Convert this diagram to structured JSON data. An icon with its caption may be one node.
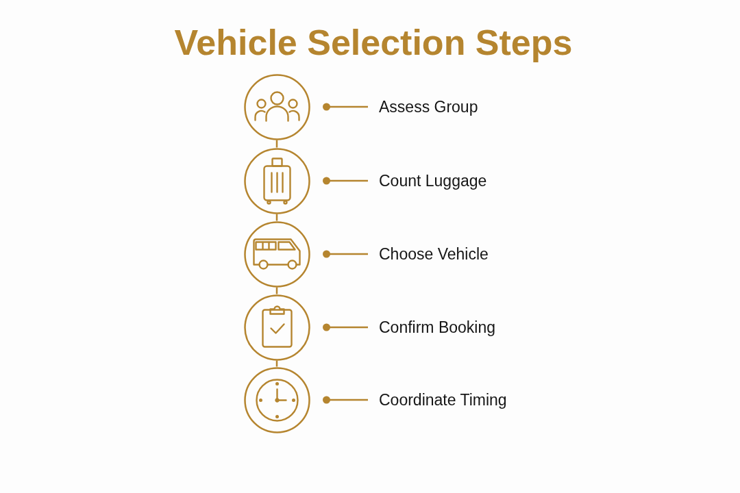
{
  "diagram": {
    "title": "Vehicle Selection Steps",
    "nodes": [
      {
        "text": [],
        "shape": "circle"
      },
      {
        "text": [
          "Assess Group"
        ]
      },
      {
        "text": [],
        "shape": "circle"
      },
      {
        "text": [
          "Count Luggage"
        ]
      },
      {
        "text": [],
        "shape": "circle"
      },
      {
        "text": [
          "Choose Vehicle"
        ]
      },
      {
        "text": [],
        "shape": "circle"
      },
      {
        "text": [
          "Confirm Booking"
        ]
      },
      {
        "text": [],
        "shape": "circle"
      },
      {
        "text": [
          "Coordinate Timing"
        ]
      }
    ],
    "edges": [
      {
        "from": 0,
        "to": 1,
        "arrow": "other"
      },
      {
        "from": 0,
        "to": 2,
        "arrow": "none"
      },
      {
        "from": 2,
        "to": 3,
        "arrow": "other"
      },
      {
        "from": 2,
        "to": 4,
        "arrow": "none"
      },
      {
        "from": 4,
        "to": 5,
        "arrow": "other"
      },
      {
        "from": 4,
        "to": 6,
        "arrow": "none"
      },
      {
        "from": 6,
        "to": 7,
        "arrow": "other"
      },
      {
        "from": 6,
        "to": 8,
        "arrow": "none"
      },
      {
        "from": 8,
        "to": 9,
        "arrow": "other"
      }
    ]
  }
}
